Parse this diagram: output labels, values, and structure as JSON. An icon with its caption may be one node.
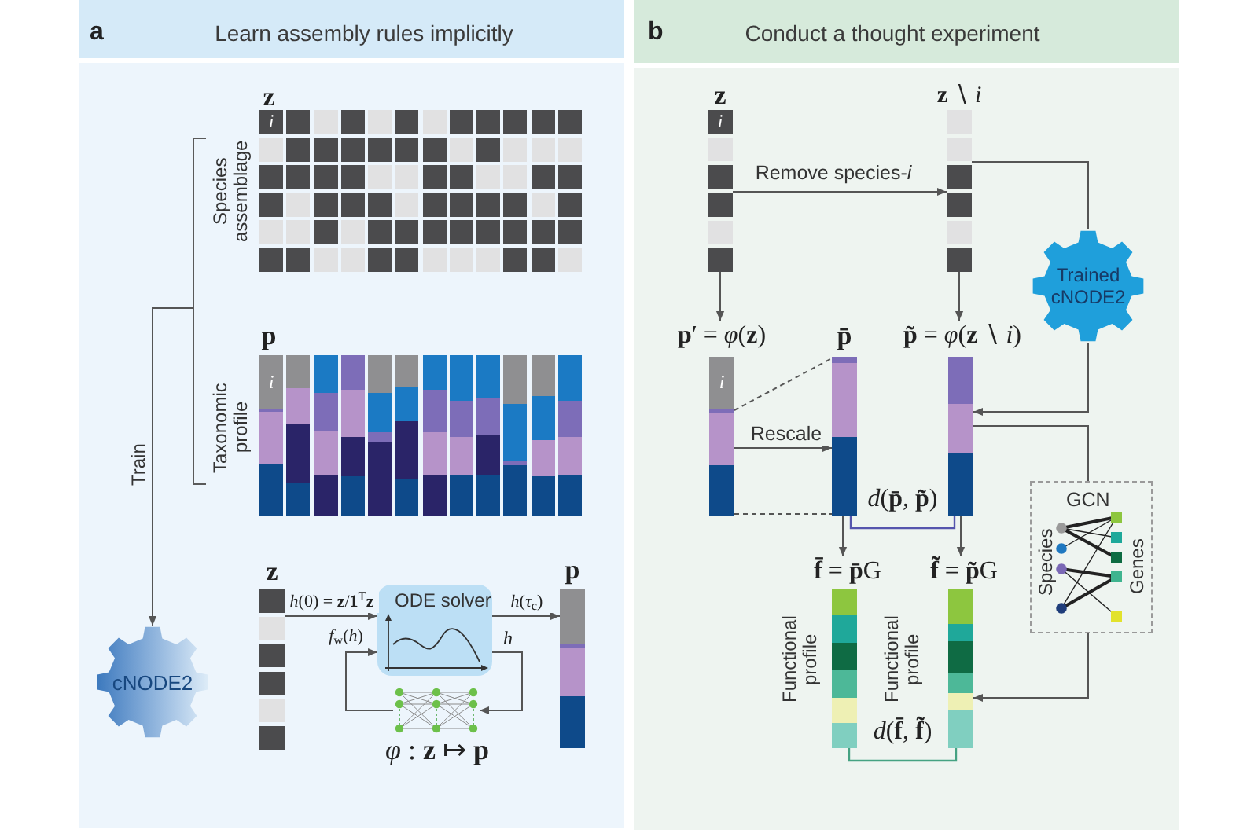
{
  "diagram": {
    "nodes": [
      {
        "text": [
          "a",
          "Learn assembly rules implicitly"
        ]
      },
      {
        "text": [
          "i"
        ],
        "in": 0,
        "beside": [
          "z",
          "Species assemblage"
        ]
      },
      {
        "text": [
          "i"
        ],
        "in": 0,
        "beside": [
          "p",
          "Taxonomic profile"
        ]
      },
      {
        "text": [
          "cNODE2"
        ],
        "in": 0
      },
      {
        "text": [],
        "shape": "bar",
        "in": 0,
        "beside": [
          "z"
        ]
      },
      {
        "text": [
          "ODE solver"
        ],
        "in": 0
      },
      {
        "text": [],
        "shape": "bar",
        "in": 0,
        "beside": [
          "p"
        ]
      },
      {
        "text": [],
        "shape": "picture",
        "in": 0
      },
      {
        "text": [
          "b",
          "Conduct a thought experiment"
        ]
      },
      {
        "text": [
          "i"
        ],
        "in": 8,
        "beside": [
          "z"
        ]
      },
      {
        "text": [],
        "shape": "bar",
        "in": 8,
        "beside": [
          "**z** ∖ *i*"
        ]
      },
      {
        "text": [
          "Trained cNODE2"
        ],
        "in": 8
      },
      {
        "text": [
          "**p**′ = *φ*(**z**)"
        ],
        "in": 8
      },
      {
        "text": [
          "i"
        ],
        "in": 8
      },
      {
        "text": [],
        "shape": "bar",
        "in": 8,
        "beside": [
          "p̄"
        ]
      },
      {
        "text": [
          "**p̃** = *φ*(**z** ∖ *i*)"
        ],
        "in": 8
      },
      {
        "text": [],
        "shape": "bar",
        "in": 8
      },
      {
        "text": [
          "**f̄** = **p̄**G"
        ],
        "in": 8
      },
      {
        "text": [],
        "shape": "bar",
        "in": 8,
        "beside": [
          "Functional profile"
        ]
      },
      {
        "text": [
          "**f̃** = **p̃**G"
        ],
        "in": 8
      },
      {
        "text": [],
        "shape": "bar",
        "in": 8,
        "beside": [
          "Functional profile"
        ]
      },
      {
        "text": [
          "GCN",
          "Species",
          "Genes"
        ],
        "in": 8
      }
    ],
    "edges": [
      {
        "from": null,
        "to": 3,
        "arrow": "to",
        "label": "Train"
      },
      {
        "from": 4,
        "to": 5,
        "arrow": "to",
        "label": "*h*(0) = **z**/**1**$^{T}$**z**"
      },
      {
        "from": 5,
        "to": 6,
        "arrow": "to",
        "label": "*h*(*τ*$_{c}$)"
      },
      {
        "from": 5,
        "to": 7,
        "arrow": "to",
        "label": "h"
      },
      {
        "from": 7,
        "to": 5,
        "arrow": "to",
        "label": "*f*$_{w}$(*h*)"
      },
      {
        "from": 9,
        "to": 10,
        "arrow": "to",
        "label": "Remove species-*i*"
      },
      {
        "from": 9,
        "to": 12,
        "arrow": "to"
      },
      {
        "from": 10,
        "to": 15,
        "arrow": "to"
      },
      {
        "from": 10,
        "to": 11,
        "arrow": "none"
      },
      {
        "from": 11,
        "to": 16,
        "arrow": "to"
      },
      {
        "from": 13,
        "to": 14,
        "arrow": "to",
        "label": "Rescale"
      },
      {
        "from": 13,
        "to": 14,
        "arrow": "none",
        "style": "dashed"
      },
      {
        "from": 13,
        "to": 14,
        "arrow": "none",
        "style": "dashed"
      },
      {
        "from": 14,
        "to": 17,
        "arrow": "to"
      },
      {
        "from": 16,
        "to": 19,
        "arrow": "to"
      },
      {
        "from": 16,
        "to": 21,
        "arrow": "none"
      },
      {
        "from": 21,
        "to": 20,
        "arrow": "to"
      },
      {
        "from": 14,
        "to": 16,
        "arrow": "none",
        "label": "*d*(**p̄**, **p̃**)",
        "color": "#5555ad"
      },
      {
        "from": 18,
        "to": 20,
        "arrow": "none",
        "label": "*d*(**f̄**, **f̃**)",
        "color": "#45a282"
      }
    ],
    "labels": [
      "*φ* : **z** ↦ **p**"
    ]
  }
}
